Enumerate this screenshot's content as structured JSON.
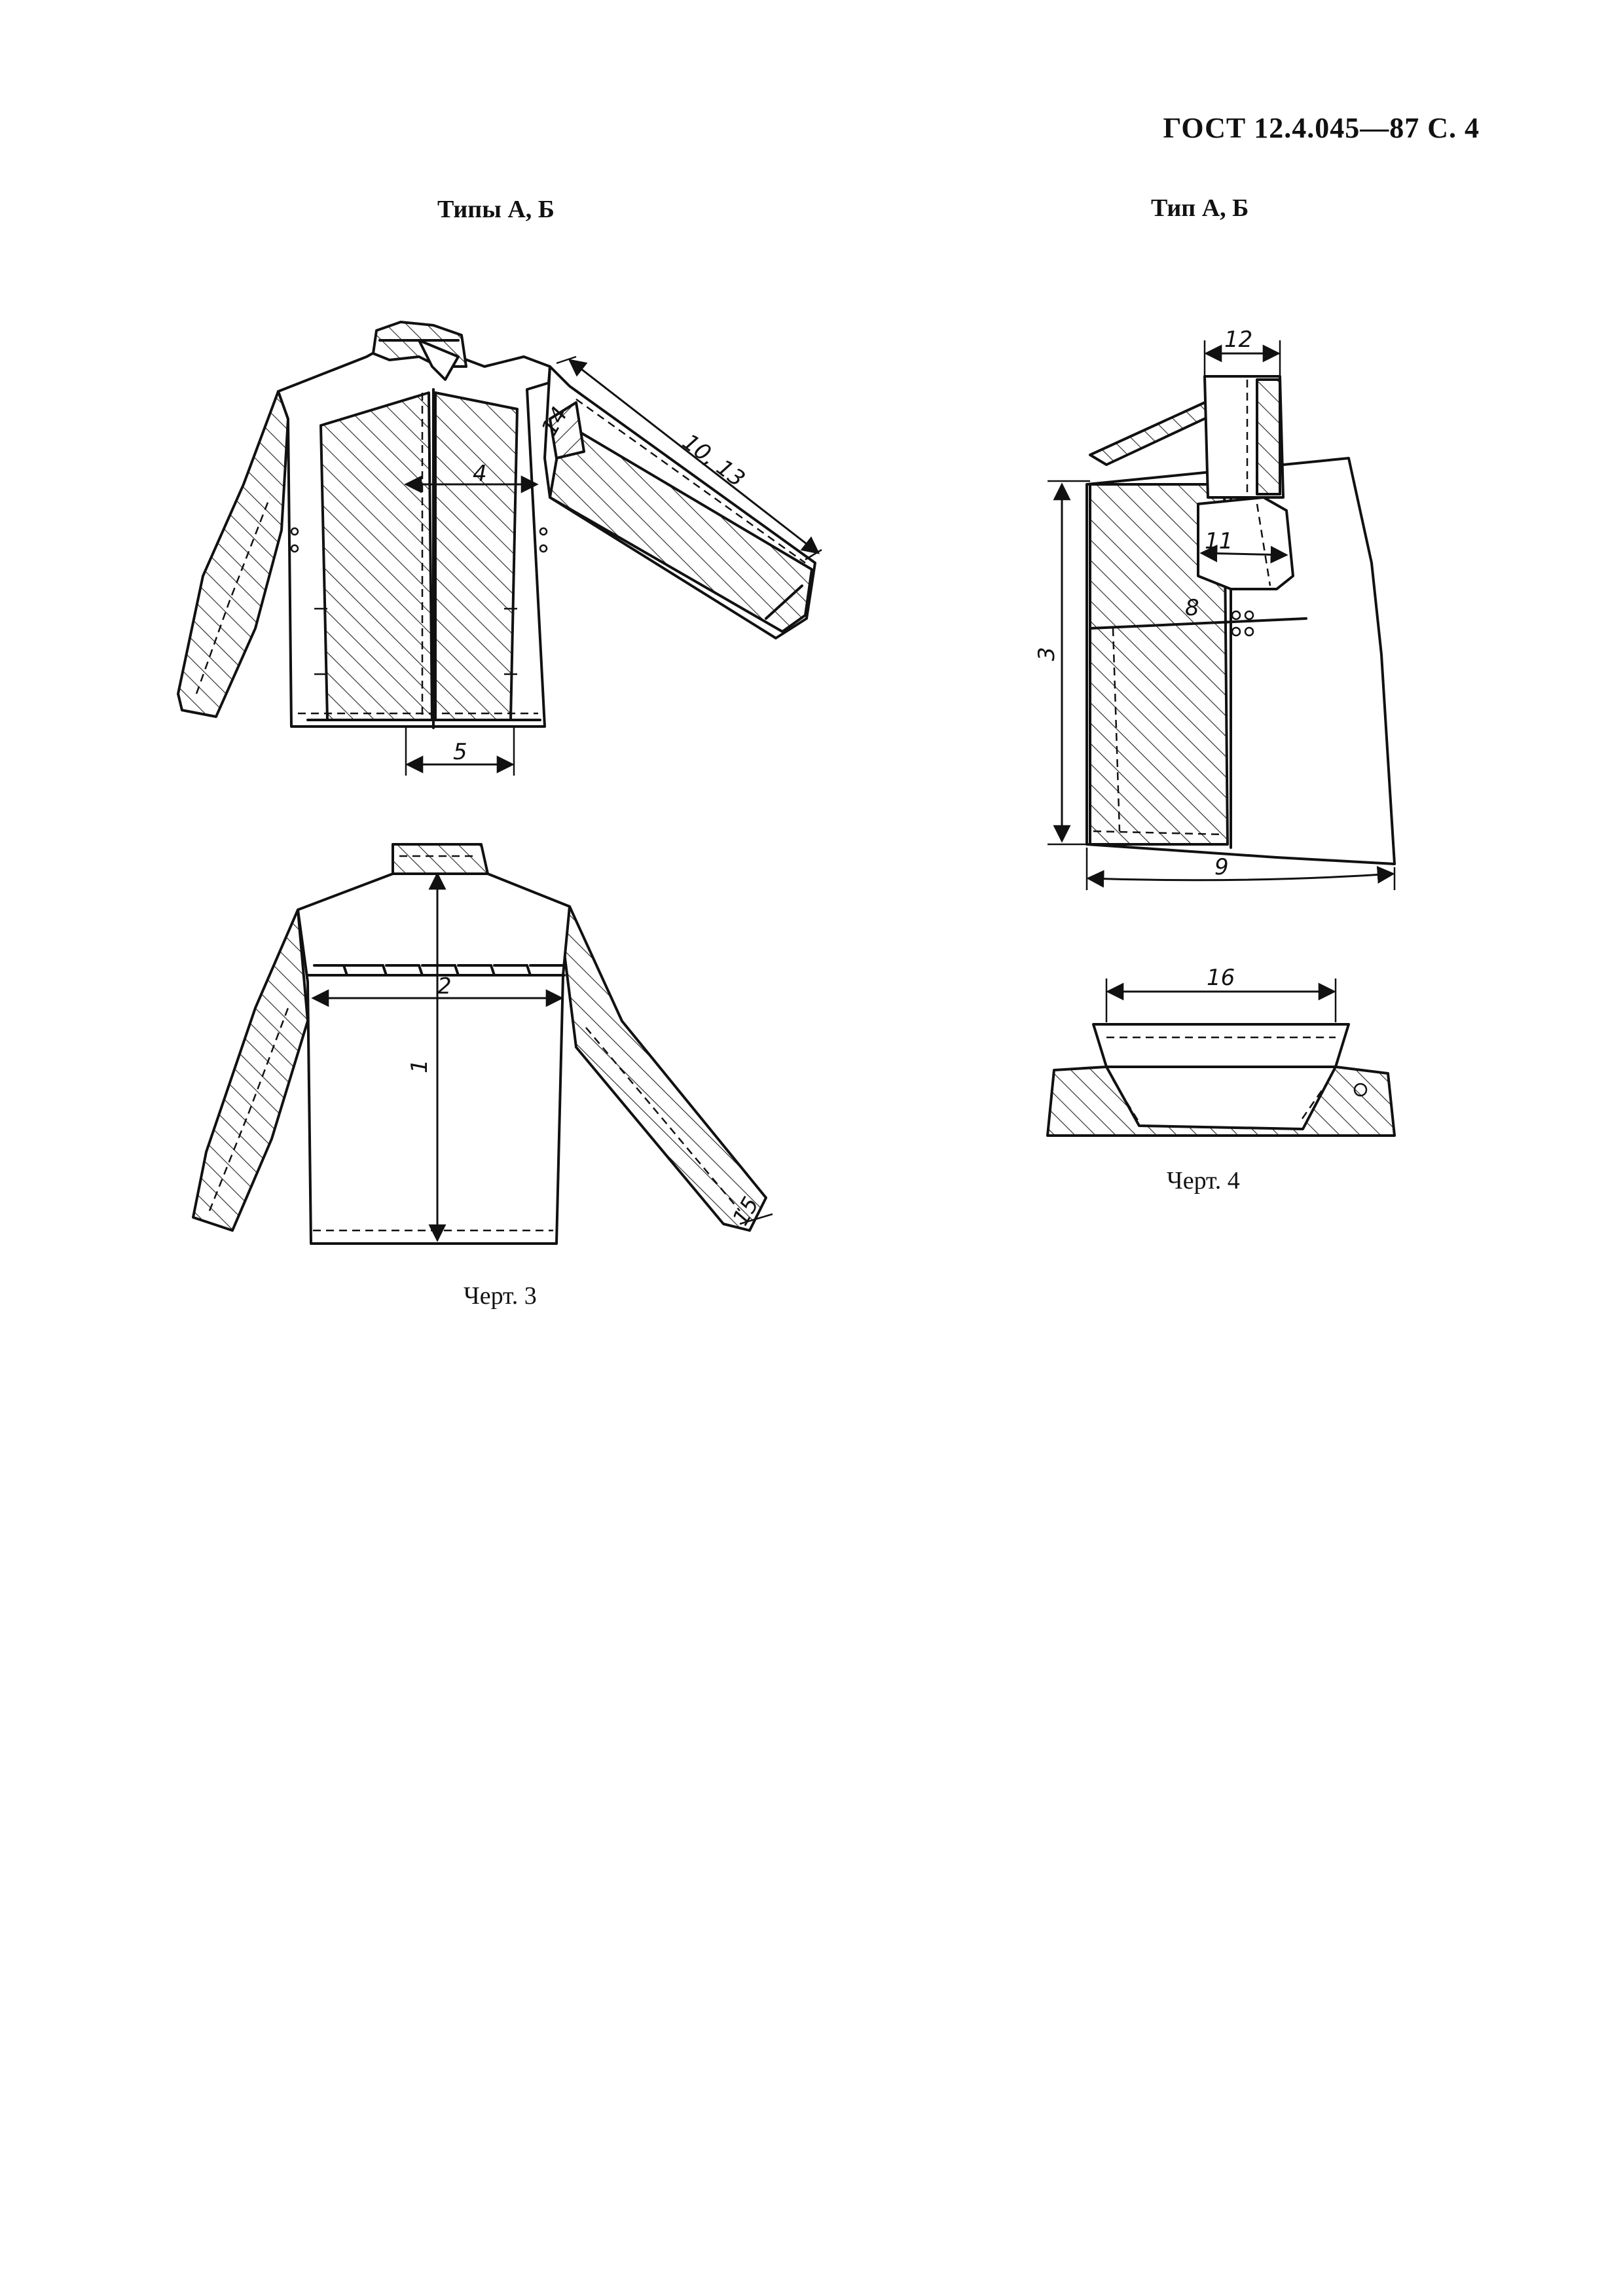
{
  "header": {
    "standard": "ГОСТ 12.4.045—87 С. 4"
  },
  "figure3": {
    "title": "Типы А, Б",
    "caption": "Черт. 3",
    "dimension_labels": {
      "d1": "1",
      "d2": "2",
      "d4": "4",
      "d5": "5",
      "d10_13": "10, 13",
      "d14": "14",
      "d15": "15"
    }
  },
  "figure4": {
    "title": "Тип А, Б",
    "caption": "Черт. 4",
    "dimension_labels": {
      "d3": "3",
      "d8": "8",
      "d9": "9",
      "d11": "11",
      "d12": "12",
      "d16": "16"
    }
  }
}
